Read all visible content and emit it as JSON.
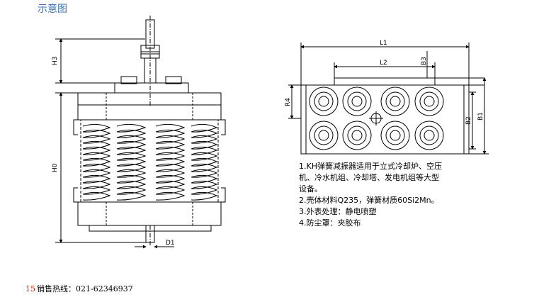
{
  "header": {
    "title": "示意图"
  },
  "side_view": {
    "dims": {
      "h3": "H3",
      "h0": "H0",
      "d1": "D1"
    }
  },
  "top_view": {
    "dims": {
      "l1": "L1",
      "l2": "L2",
      "b1": "B1",
      "b2": "B2",
      "b3": "B3",
      "r4": "R4"
    }
  },
  "notes": [
    "1.KH弹簧减振器适用于立式冷却炉、空压",
    "机、冷水机组、冷却塔、发电机组等大型",
    "设备。",
    "2.壳体材料Q235，弹簧材质60Si2Mn。",
    "3.外表处理：静电喷塑",
    "4.防尘罩：夹胶布"
  ],
  "footer": {
    "number": "15",
    "hotline_label": "销售热线：",
    "phone": "021-62346937"
  }
}
